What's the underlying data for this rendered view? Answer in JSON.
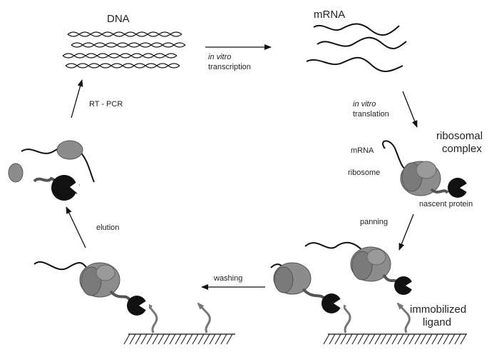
{
  "labels": {
    "dna": "DNA",
    "mrna_top": "mRNA",
    "in_vitro_1": "in vitro",
    "transcription": "transcription",
    "in_vitro_2": "in vitro",
    "translation": "translation",
    "rt_pcr": "RT - PCR",
    "ribosomal": "ribosomal",
    "complex": "complex",
    "mrna_side": "mRNA",
    "ribosome": "ribosome",
    "nascent_protein": "nascent protein",
    "panning": "panning",
    "elution": "elution",
    "washing": "washing",
    "immobilized": "immobilized",
    "ligand": "ligand"
  },
  "colors": {
    "stroke": "#111111",
    "ribosome_fill": "#8c8c8c",
    "ribosome_dark": "#6e6e6e",
    "protein_fill": "#111111",
    "linker": "#555555",
    "ligand": "#777777",
    "text": "#222222"
  }
}
